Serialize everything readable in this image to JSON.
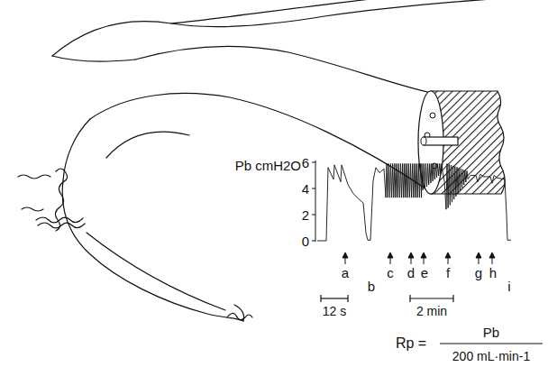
{
  "diagram": {
    "labels": [
      "Pb cmH2O",
      "6",
      "4",
      "2",
      "0",
      "a",
      "b",
      "c",
      "d",
      "e",
      "f",
      "g",
      "h",
      "i",
      "12 s",
      "2 min",
      "Rp =",
      "Pb",
      "200 mL·min-1"
    ]
  }
}
